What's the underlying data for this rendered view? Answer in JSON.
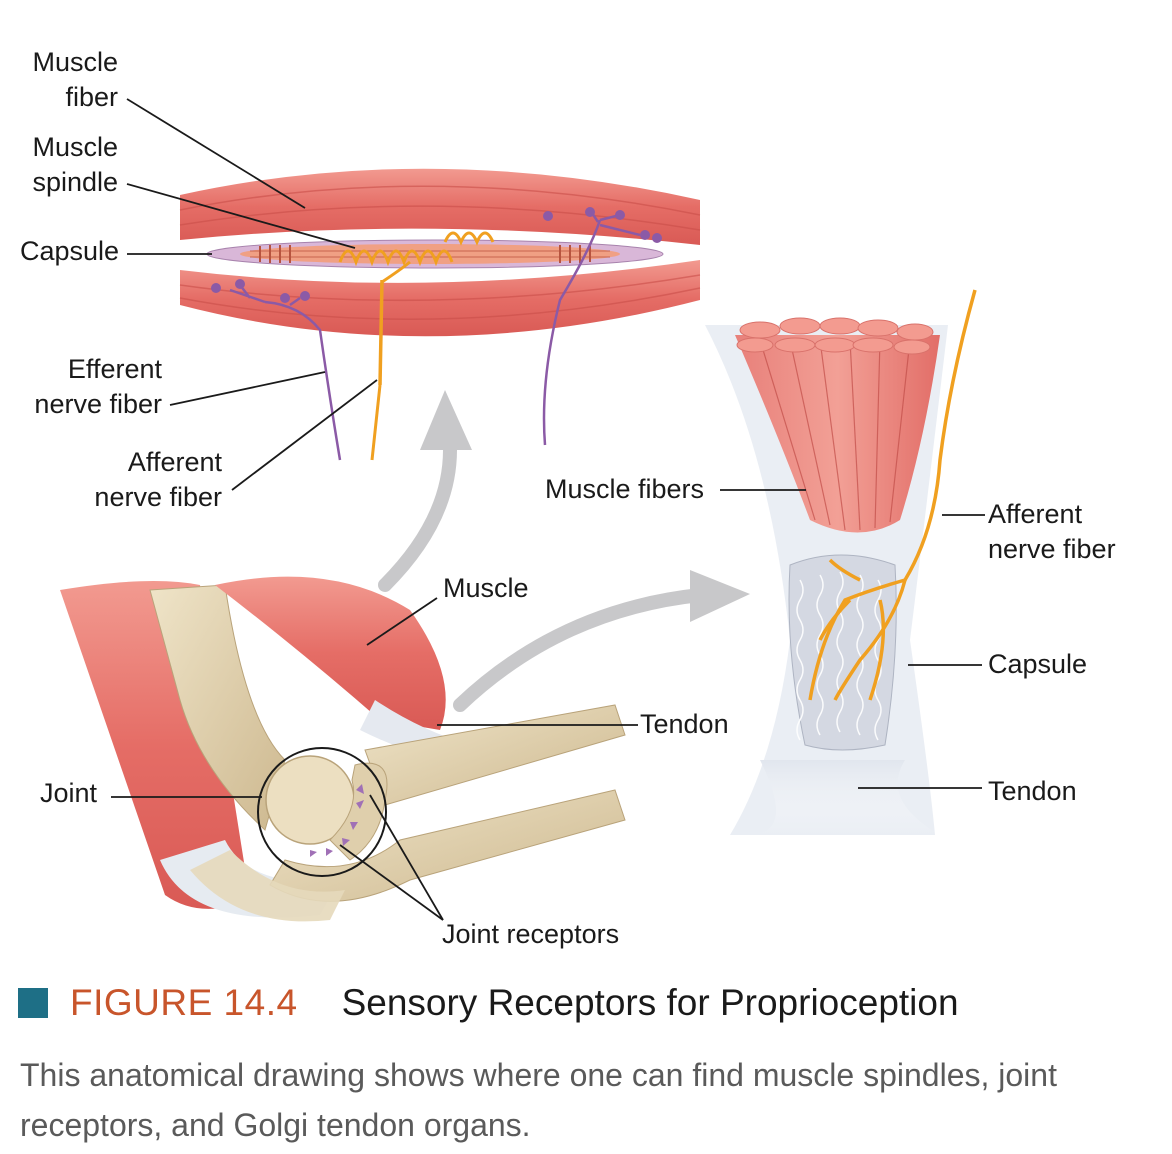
{
  "labels": {
    "muscle_fiber": [
      "Muscle",
      "fiber"
    ],
    "muscle_spindle": [
      "Muscle",
      "spindle"
    ],
    "capsule_spindle": "Capsule",
    "efferent_nerve_fiber": [
      "Efferent",
      "nerve fiber"
    ],
    "afferent_nerve_fiber_spindle": [
      "Afferent",
      "nerve fiber"
    ],
    "muscle": "Muscle",
    "tendon_elbow": "Tendon",
    "joint": "Joint",
    "joint_receptors": "Joint receptors",
    "muscle_fibers": "Muscle fibers",
    "afferent_nerve_fiber_golgi": [
      "Afferent",
      "nerve fiber"
    ],
    "capsule_golgi": "Capsule",
    "tendon_golgi": "Tendon"
  },
  "caption": {
    "figure_number": "FIGURE 14.4",
    "title": "Sensory Receptors for Proprioception",
    "text": "This anatomical drawing shows where one can find muscle spindles, joint receptors, and Golgi tendon organs."
  },
  "colors": {
    "muscle": "#e2706a",
    "muscle_light": "#f4a89f",
    "bone": "#e3d3b2",
    "tendon": "#e4e8ee",
    "afferent_nerve": "#f0a020",
    "efferent_nerve": "#8b5aa6",
    "arrow": "#c8c8ca",
    "figure_square": "#1e6f86",
    "figure_number": "#c8552b"
  }
}
